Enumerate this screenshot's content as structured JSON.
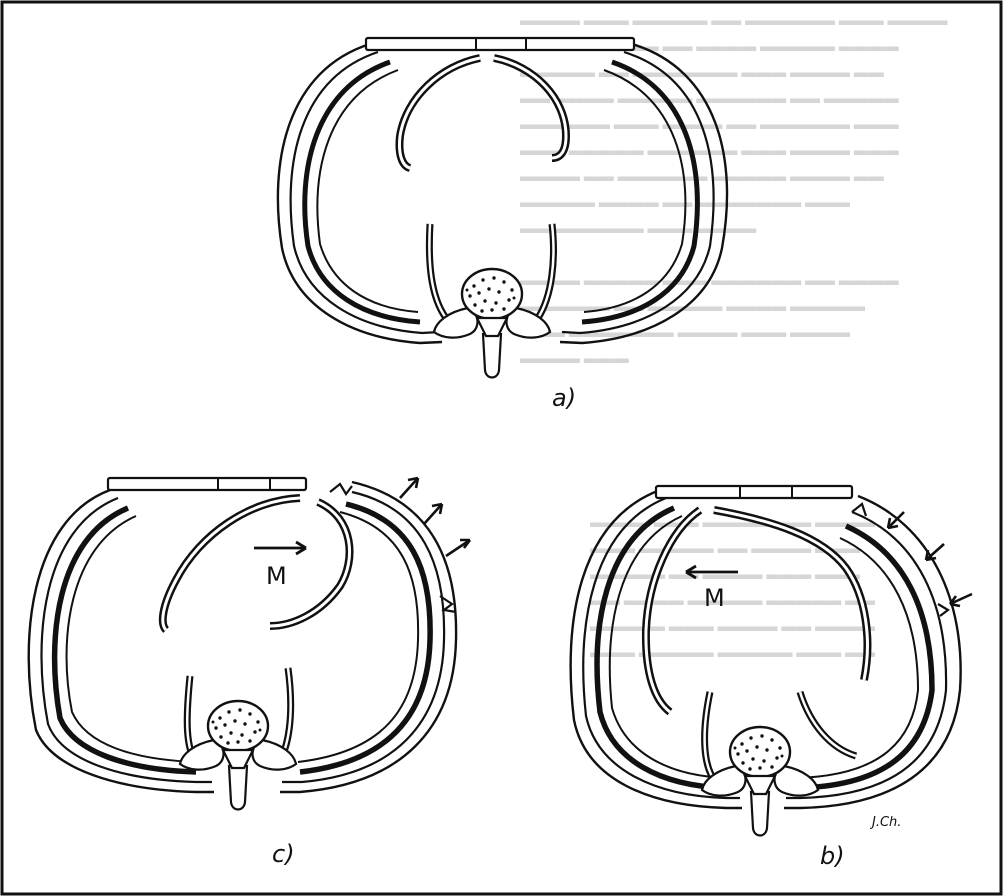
{
  "panels": [
    {
      "id": "a",
      "label": "a)",
      "mediastinum_arrow": "none"
    },
    {
      "id": "c",
      "label": "c)",
      "mediastinum_label": "M",
      "mediastinum_arrow": "right",
      "wall_arrows": "outward"
    },
    {
      "id": "b",
      "label": "b)",
      "mediastinum_label": "M",
      "mediastinum_arrow": "left",
      "wall_arrows": "inward"
    }
  ],
  "signature": "J.Ch.",
  "colors": {
    "ink": "#111111",
    "paper": "#ffffff",
    "bleedthrough": "#d6d6d6"
  }
}
